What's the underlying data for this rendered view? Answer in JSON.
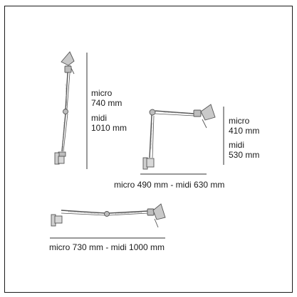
{
  "diagram": {
    "view_vertical": {
      "label_micro": "micro",
      "value_micro": "740 mm",
      "label_midi": "midi",
      "value_midi": "1010 mm"
    },
    "view_angled": {
      "label_micro": "micro",
      "value_micro": "410 mm",
      "label_midi": "midi",
      "value_midi": "530 mm",
      "horizontal_caption": "micro 490 mm - midi 630 mm"
    },
    "view_extended": {
      "horizontal_caption": "micro 730 mm - midi 1000 mm"
    }
  },
  "colors": {
    "frame": "#1a1a1a",
    "lamp_metal": "#c8c8c8",
    "lamp_stroke": "#555555",
    "dimension_line": "#333333"
  }
}
